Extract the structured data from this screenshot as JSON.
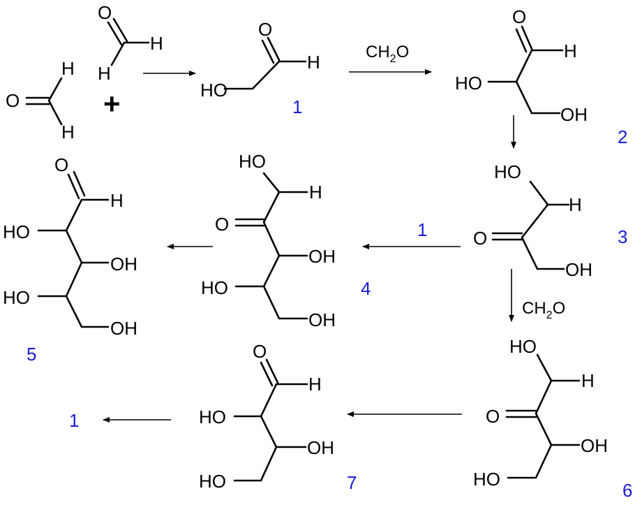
{
  "label_color": "#1a1ad6",
  "atoms": {
    "O": "O",
    "H": "H",
    "HO": "HO",
    "OH": "OH"
  },
  "plus_sign": "+",
  "reagent": {
    "main": "CH",
    "sub": "2",
    "tail": "O"
  },
  "compound_numbers": {
    "c1": "1",
    "c2": "2",
    "c3": "3",
    "c4": "4",
    "c5": "5",
    "c6": "6",
    "c7": "7",
    "arrow_label_1": "1",
    "product_1": "1"
  }
}
